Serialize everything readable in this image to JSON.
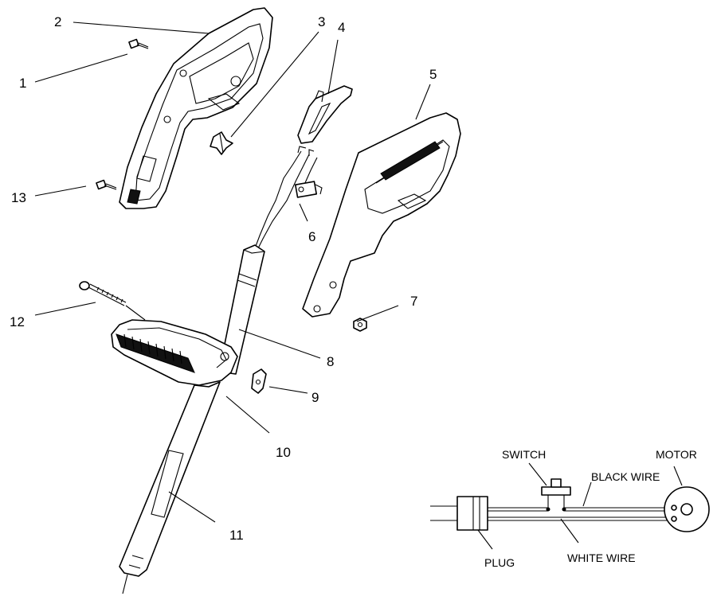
{
  "callouts": [
    {
      "id": "c1",
      "label": "1"
    },
    {
      "id": "c2",
      "label": "2"
    },
    {
      "id": "c3",
      "label": "3"
    },
    {
      "id": "c4",
      "label": "4"
    },
    {
      "id": "c5",
      "label": "5"
    },
    {
      "id": "c6",
      "label": "6"
    },
    {
      "id": "c7",
      "label": "7"
    },
    {
      "id": "c8",
      "label": "8"
    },
    {
      "id": "c9",
      "label": "9"
    },
    {
      "id": "c10",
      "label": "10"
    },
    {
      "id": "c11",
      "label": "11"
    },
    {
      "id": "c12",
      "label": "12"
    },
    {
      "id": "c13",
      "label": "13"
    }
  ],
  "wiring": {
    "switch": "SWITCH",
    "motor": "MOTOR",
    "black_wire": "BLACK WIRE",
    "white_wire": "WHITE WIRE",
    "plug": "PLUG"
  }
}
